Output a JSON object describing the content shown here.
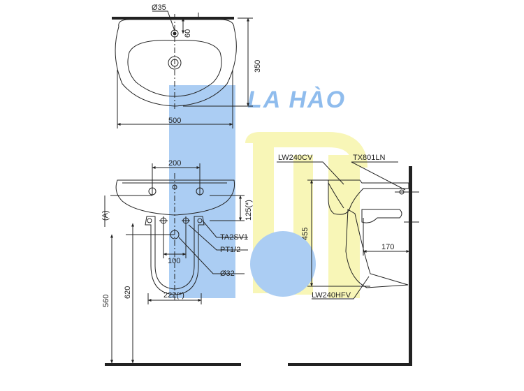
{
  "watermark": {
    "brand": "LA HÀO",
    "blue": "#6aa6e8",
    "yellow": "#f3ee8a"
  },
  "top_view": {
    "hole_diameter": "Ø35",
    "offset_60": "60",
    "depth_350": "350",
    "width_500": "500"
  },
  "front_view": {
    "spacing_200": "200",
    "label_a": "(A)",
    "dim_125": "125(*)",
    "part_ta2sv1": "TA2SV1",
    "part_pt12": "PT1/2",
    "spacing_100": "100",
    "drain_32": "Ø32",
    "dim_222": "222(*)",
    "height_560": "560",
    "height_620": "620"
  },
  "side_view": {
    "basin_model": "LW240CV",
    "trap_model": "TX801LN",
    "height_455": "455",
    "offset_170": "170",
    "pedestal_model": "LW240HFV"
  }
}
